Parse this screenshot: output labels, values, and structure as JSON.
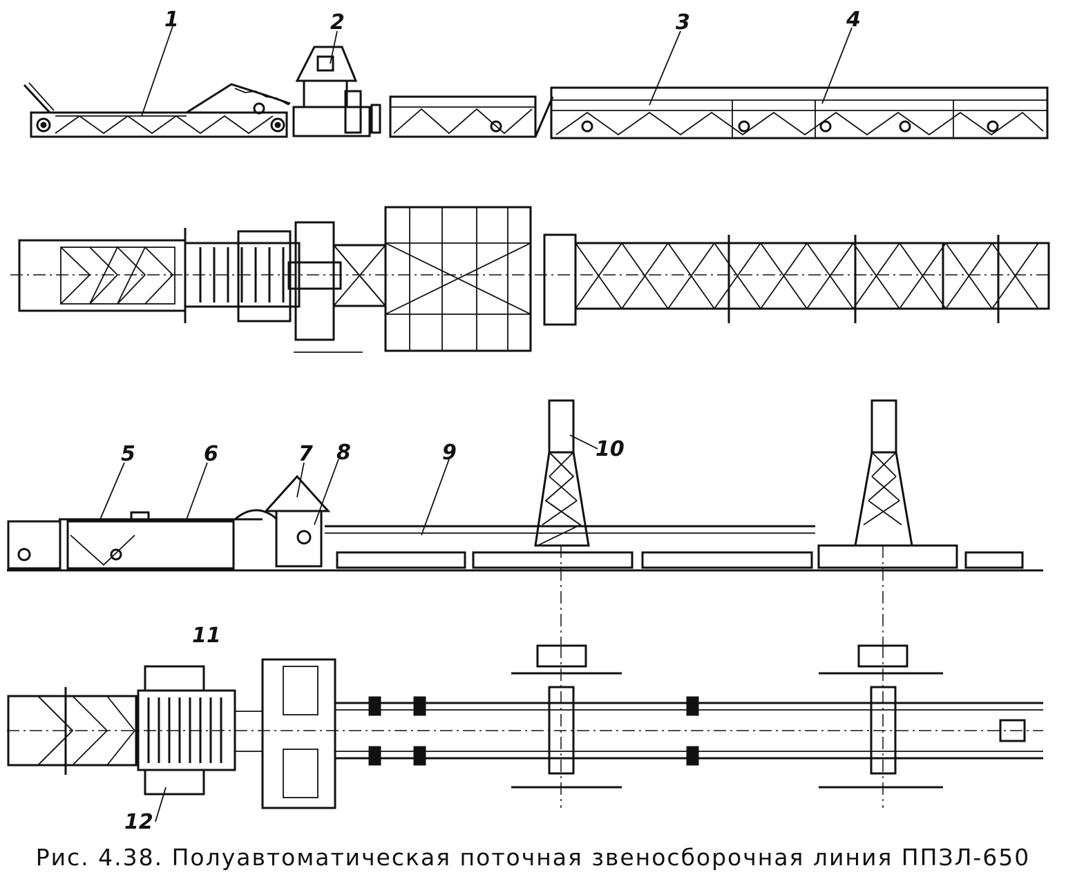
{
  "figure": {
    "caption": "Рис. 4.38. Полуавтоматическая поточная звеносборочная линия ППЗЛ-650",
    "labels": {
      "l1": "1",
      "l2": "2",
      "l3": "3",
      "l4": "4",
      "l5": "5",
      "l6": "6",
      "l7": "7",
      "l8": "8",
      "l9": "9",
      "l10": "10",
      "l11": "11",
      "l12": "12"
    }
  }
}
